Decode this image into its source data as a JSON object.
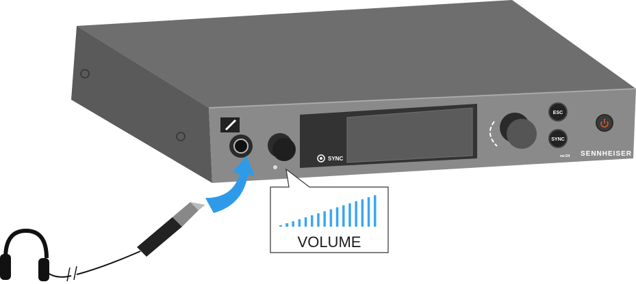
{
  "device": {
    "brand": "SENNHEISER",
    "model_badge": "ew D4",
    "buttons": {
      "esc": "ESC",
      "sync": "SYNC"
    },
    "sync_indicator": "SYNC"
  },
  "callout": {
    "label": "VOLUME",
    "bar_count": 16,
    "bar_color": "#3aa6f2"
  },
  "colors": {
    "arrow": "#2f9be8",
    "power": "#e0602a",
    "body": "#6b6b6b"
  }
}
